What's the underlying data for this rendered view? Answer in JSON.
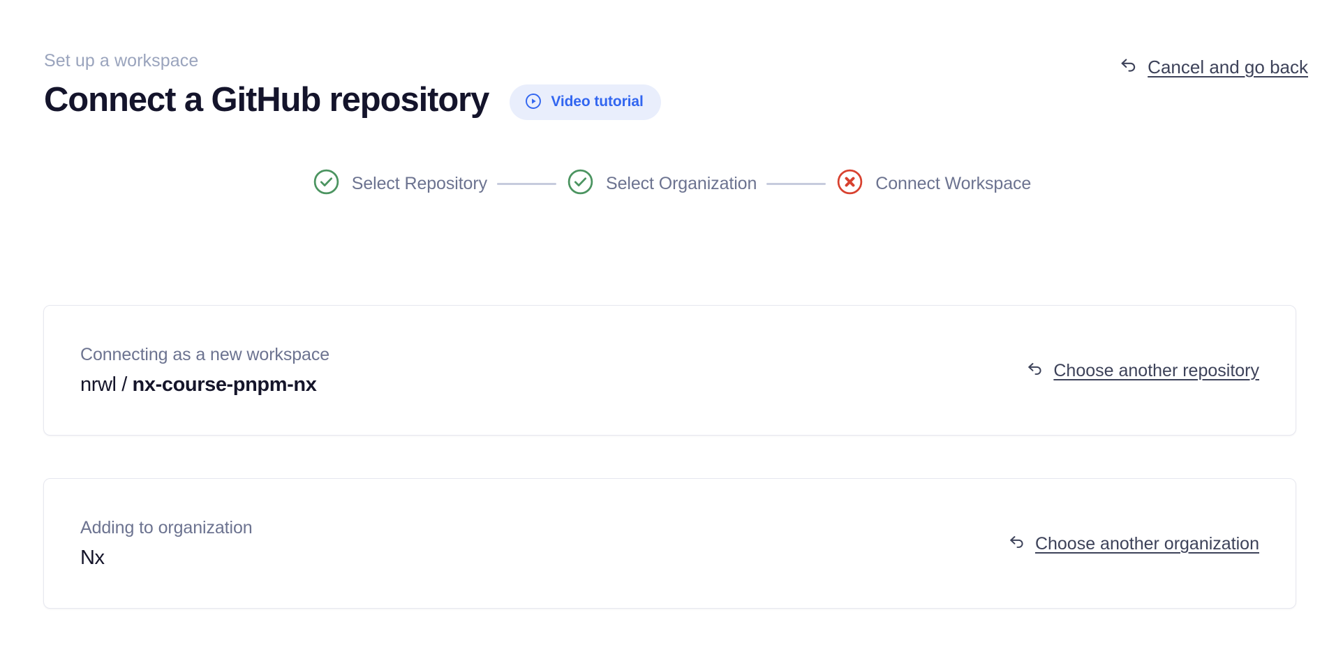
{
  "header": {
    "eyebrow": "Set up a workspace",
    "title": "Connect a GitHub repository",
    "video_badge_label": "Video tutorial",
    "cancel_link_label": "Cancel and go back"
  },
  "stepper": {
    "steps": [
      {
        "label": "Select Repository",
        "state": "complete",
        "icon": "check-circle-icon"
      },
      {
        "label": "Select Organization",
        "state": "complete",
        "icon": "check-circle-icon"
      },
      {
        "label": "Connect Workspace",
        "state": "error",
        "icon": "error-circle-icon"
      }
    ]
  },
  "cards": {
    "repository": {
      "caption": "Connecting as a new workspace",
      "owner": "nrwl / ",
      "repo": "nx-course-pnpm-nx",
      "link_label": "Choose another repository"
    },
    "organization": {
      "caption": "Adding to organization",
      "value": "Nx",
      "link_label": "Choose another organization"
    }
  },
  "colors": {
    "accent_blue": "#3266f0",
    "badge_bg": "#e9eefc",
    "success_green": "#4b9460",
    "error_red": "#d8412f",
    "muted_text": "#6c7390",
    "eyebrow_text": "#9aa4bd",
    "connector": "#c6cbdd",
    "card_border": "#e6e7ef",
    "title_text": "#14142b"
  }
}
